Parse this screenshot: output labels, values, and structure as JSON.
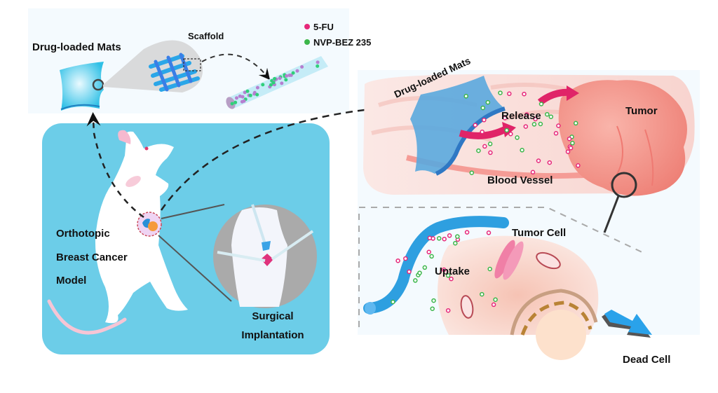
{
  "legend": {
    "items": [
      {
        "label": "5-FU",
        "color": "#e6287a"
      },
      {
        "label": "NVP-BEZ 235",
        "color": "#3cb64a"
      }
    ]
  },
  "left_panel": {
    "mats_label": "Drug-loaded Mats",
    "scaffold_label": "Scaffold",
    "model_label_lines": [
      "Orthotopic",
      "Breast Cancer",
      "Model"
    ],
    "surgery_label_lines": [
      "Surgical",
      "Implantation"
    ]
  },
  "right_panel": {
    "mats_label": "Drug-loaded Mats",
    "release_label": "Release",
    "tumor_label": "Tumor",
    "vessel_label": "Blood Vessel",
    "tumor_cell_label": "Tumor Cell",
    "uptake_label": "Uptake",
    "dead_cell_label": "Dead Cell"
  },
  "colors": {
    "panel_blue": "#6ccde8",
    "mat_cyan": "#38c6e8",
    "fiber_blue": "#2e9fe0",
    "tissue_pink": "#f9dcd8",
    "tumor_pink": "#f08e86",
    "drug_pink": "#e6287a",
    "drug_green": "#3cb64a"
  }
}
